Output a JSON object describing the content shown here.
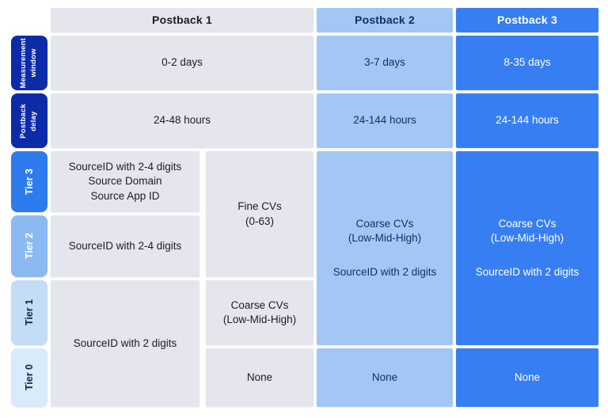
{
  "title": "SKAdNetwork postback comparison table",
  "colors": {
    "postback1_fill": "#e5e5ee",
    "postback2_fill": "#a3c7f5",
    "postback3_fill": "#377ef2",
    "sidebar_navy": "#0c2ba6",
    "tier3_fill": "#2d7bed",
    "tier2_fill": "#8cb9f2",
    "tier1_fill": "#c5dcf7",
    "tier0_fill": "#d9eafa",
    "dark_text": "#1c1c26",
    "navy_text": "#132f5c",
    "white_text": "#ffffff"
  },
  "header": {
    "postback1": "Postback 1",
    "postback2": "Postback 2",
    "postback3": "Postback 3"
  },
  "rows": {
    "measurement_window": {
      "label": "Measurement\nwindow",
      "p1": "0-2 days",
      "p2": "3-7 days",
      "p3": "8-35 days"
    },
    "postback_delay": {
      "label": "Postback\ndelay",
      "p1": "24-48 hours",
      "p2": "24-144 hours",
      "p3": "24-144 hours"
    },
    "tiers": {
      "tier3": {
        "label": "Tier 3",
        "p1_source": "SourceID with 2-4 digits\nSource Domain\nSource App ID"
      },
      "tier2": {
        "label": "Tier 2",
        "p1_source": "SourceID with 2-4 digits"
      },
      "tier1": {
        "label": "Tier 1"
      },
      "tier0": {
        "label": "Tier 0"
      },
      "p1_fine_cvs": "Fine CVs\n(0-63)",
      "p1_coarse_cvs": "Coarse CVs\n(Low-Mid-High)",
      "p1_tier10_source": "SourceID with 2 digits",
      "p1_none": "None",
      "p2_coarse_cvs": "Coarse CVs\n(Low-Mid-High)",
      "p2_source": "SourceID with 2 digits",
      "p2_none": "None",
      "p3_coarse_cvs": "Coarse CVs\n(Low-Mid-High)",
      "p3_source": "SourceID with 2 digits",
      "p3_none": "None"
    }
  }
}
